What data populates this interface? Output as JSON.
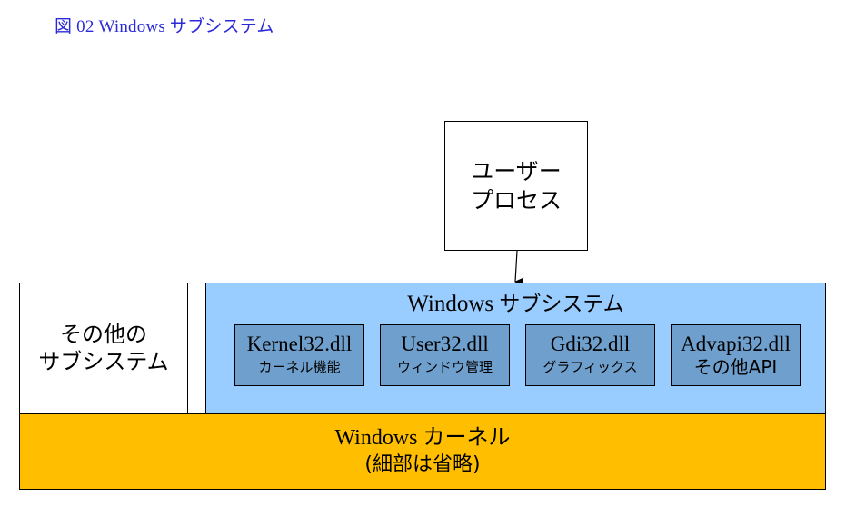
{
  "caption": "図 02 Windows  サブシステム",
  "user_process": {
    "line1": "ユーザー",
    "line2": "プロセス"
  },
  "other_subsystem": {
    "line1": "その他の",
    "line2": "サブシステム"
  },
  "windows_subsystem": {
    "title_latin": "Windows ",
    "title_jp": "サブシステム",
    "dlls": [
      {
        "name": "Kernel32.dll",
        "desc": "カーネル機能"
      },
      {
        "name": "User32.dll",
        "desc": "ウィンドウ管理"
      },
      {
        "name": "Gdi32.dll",
        "desc": "グラフィックス"
      },
      {
        "name": "Advapi32.dll",
        "desc": "その他API"
      }
    ]
  },
  "kernel": {
    "line1": "Windows カーネル",
    "line2": "(細部は省略)"
  },
  "colors": {
    "caption": "#2a2ad8",
    "subsystem_fill": "#99ccff",
    "dll_fill": "#6f9fcc",
    "kernel_fill": "#ffbf00"
  }
}
